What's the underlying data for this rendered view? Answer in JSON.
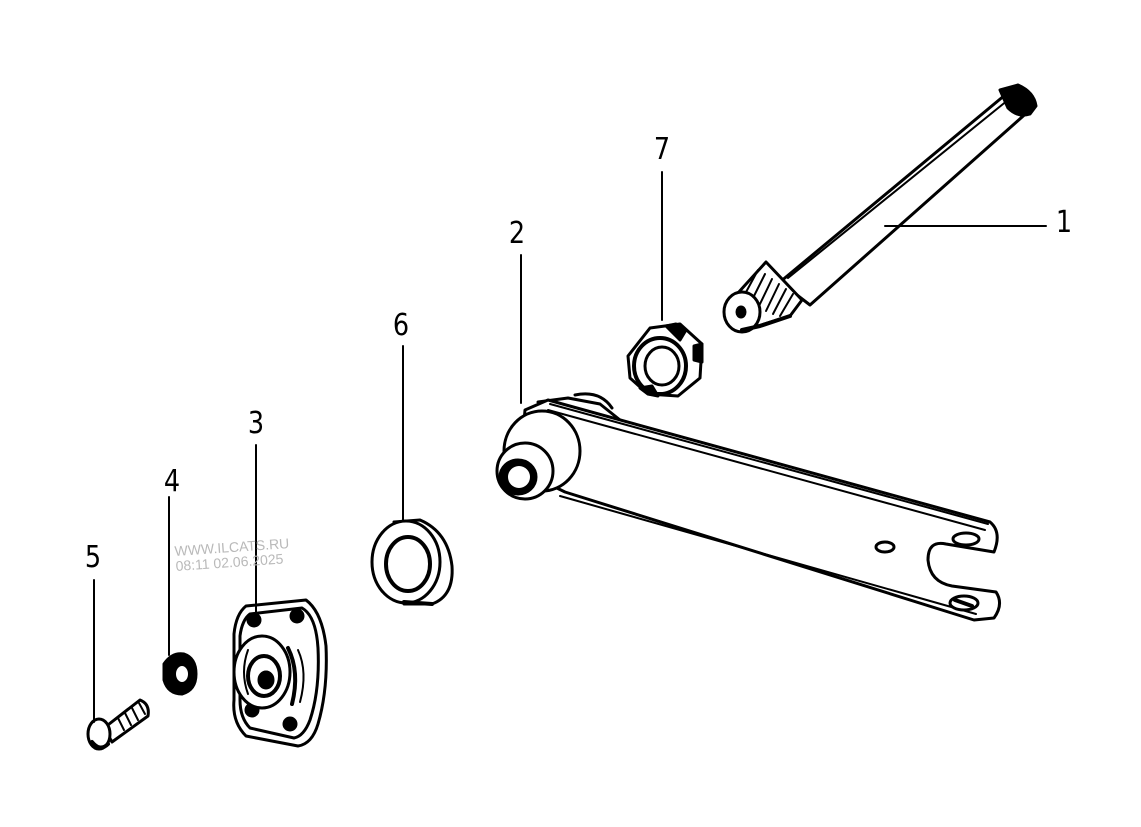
{
  "callouts": {
    "c1": "1",
    "c2": "2",
    "c3": "3",
    "c4": "4",
    "c5": "5",
    "c6": "6",
    "c7": "7"
  },
  "watermark": {
    "line1": "WWW.ILCATS.RU",
    "line2": "08:11 02.06.2025"
  },
  "colors": {
    "ink": "#000000",
    "paper": "#ffffff",
    "watermark": "#b9b9b9"
  }
}
